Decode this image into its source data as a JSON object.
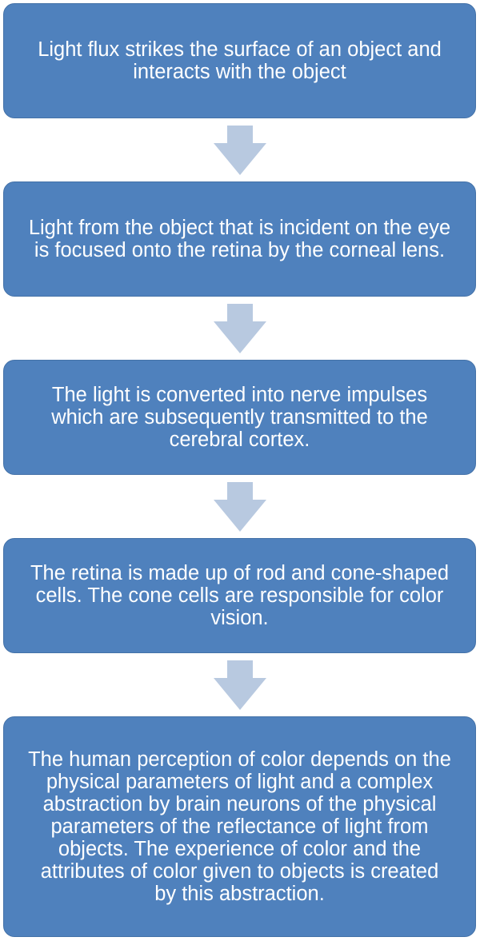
{
  "colors": {
    "box_fill": "#4f81bd",
    "box_text": "#ffffff",
    "arrow_fill": "#b8c9e0"
  },
  "steps": [
    {
      "text": "Light flux strikes the surface of an object and\ninteracts with the object"
    },
    {
      "text": "Light from the object that is incident on the eye\nis focused onto the retina by the corneal lens."
    },
    {
      "text": "The light is converted into nerve impulses\nwhich are subsequently transmitted to the\ncerebral cortex."
    },
    {
      "text": "The retina is made up of rod and cone-shaped\ncells.  The cone cells are responsible for color\nvision."
    },
    {
      "text": "The human perception of color depends on the\nphysical parameters of light and a complex\nabstraction by brain neurons of the physical\nparameters of the reflectance of light from\nobjects.  The experience of color and the\nattributes of color given to objects is created\nby this abstraction."
    }
  ],
  "arrows": [
    {
      "icon": "down-arrow-icon"
    },
    {
      "icon": "down-arrow-icon"
    },
    {
      "icon": "down-arrow-icon"
    },
    {
      "icon": "down-arrow-icon"
    }
  ]
}
